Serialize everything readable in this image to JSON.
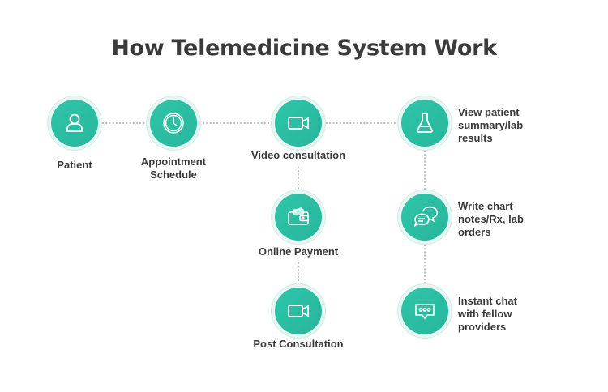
{
  "title": "How Telemedicine System Work",
  "nodes": {
    "patient": {
      "label": "Patient",
      "icon": "user-icon"
    },
    "appointment": {
      "label_line1": "Appointment",
      "label_line2": "Schedule",
      "icon": "clock-icon"
    },
    "video": {
      "label": "Video consultation",
      "icon": "video-camera-icon"
    },
    "payment": {
      "label": "Online Payment",
      "icon": "wallet-icon"
    },
    "post": {
      "label": "Post Consultation",
      "icon": "video-camera-icon"
    },
    "lab": {
      "label_line1": "View patient",
      "label_line2": "summary/lab",
      "label_line3": "results",
      "icon": "flask-icon"
    },
    "notes": {
      "label_line1": "Write chart",
      "label_line2": "notes/Rx, lab",
      "label_line3": "orders",
      "icon": "chat-bubbles-icon"
    },
    "chat": {
      "label_line1": "Instant chat",
      "label_line2": "with fellow",
      "label_line3": "providers",
      "icon": "message-dots-icon"
    }
  },
  "colors": {
    "node": "#2ec3a7",
    "connector": "#9a9a9a",
    "title": "#3b3b3b"
  }
}
